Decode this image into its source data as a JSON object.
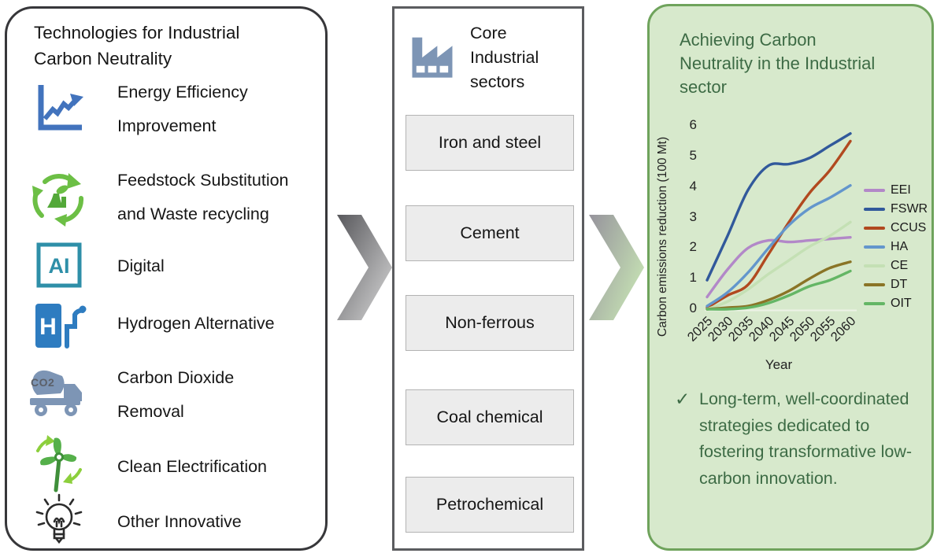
{
  "left_panel": {
    "title": "Technologies for Industrial Carbon Neutrality",
    "co2_label": "CO2",
    "items": [
      {
        "label": "Energy Efficiency Improvement",
        "icon": "line-chart-icon"
      },
      {
        "label": "Feedstock Substitution and Waste recycling",
        "icon": "recycle-factory-icon"
      },
      {
        "label": "Digital",
        "icon": "ai-icon",
        "ai_text": "AI"
      },
      {
        "label": "Hydrogen Alternative",
        "icon": "hydrogen-pump-icon",
        "h_text": "H"
      },
      {
        "label": "Carbon Dioxide Removal",
        "icon": "co2-truck-icon"
      },
      {
        "label": "Clean Electrification",
        "icon": "wind-turbine-icon"
      },
      {
        "label": "Other Innovative",
        "icon": "light-bulb-icon"
      }
    ]
  },
  "middle_panel": {
    "title": "Core Industrial sectors",
    "icon": "factory-icon",
    "sectors": [
      "Iron and steel",
      "Cement",
      "Non-ferrous",
      "Coal chemical",
      "Petrochemical"
    ]
  },
  "right_panel": {
    "title": "Achieving Carbon Neutrality in the Industrial sector",
    "check": "✓",
    "note": "Long-term, well-coordinated strategies dedicated to fostering transformative low-carbon innovation.",
    "colors": {
      "background": "#d7e9cc",
      "border": "#6fa35c",
      "text": "#3d6b45"
    }
  },
  "chart_data": {
    "type": "line",
    "title": "",
    "xlabel": "Year",
    "ylabel": "Carbon emissions reduction (100 Mt)",
    "x": [
      2025,
      2030,
      2035,
      2040,
      2045,
      2050,
      2055,
      2060
    ],
    "ylim": [
      0,
      6
    ],
    "yticks": [
      0,
      1,
      2,
      3,
      4,
      5,
      6
    ],
    "grid": false,
    "legend_position": "right",
    "series": [
      {
        "name": "EEI",
        "color": "#b288c8",
        "values": [
          0.4,
          1.3,
          2.0,
          2.25,
          2.2,
          2.25,
          2.3,
          2.35
        ]
      },
      {
        "name": "FSWR",
        "color": "#31599b",
        "values": [
          0.95,
          2.4,
          3.9,
          4.7,
          4.75,
          4.95,
          5.35,
          5.75
        ]
      },
      {
        "name": "CCUS",
        "color": "#b1491f",
        "values": [
          0.05,
          0.45,
          0.8,
          1.8,
          2.85,
          3.8,
          4.55,
          5.5
        ]
      },
      {
        "name": "HA",
        "color": "#6396cc",
        "values": [
          0.1,
          0.55,
          1.2,
          2.0,
          2.75,
          3.3,
          3.65,
          4.05
        ]
      },
      {
        "name": "CE",
        "color": "#c4e0b4",
        "values": [
          0.0,
          0.25,
          0.65,
          1.15,
          1.6,
          2.05,
          2.4,
          2.85
        ]
      },
      {
        "name": "DT",
        "color": "#8a7426",
        "values": [
          0.0,
          0.05,
          0.1,
          0.3,
          0.6,
          1.0,
          1.35,
          1.55
        ]
      },
      {
        "name": "OIT",
        "color": "#64b665",
        "values": [
          0.0,
          0.0,
          0.05,
          0.2,
          0.45,
          0.75,
          0.95,
          1.25
        ]
      }
    ]
  }
}
